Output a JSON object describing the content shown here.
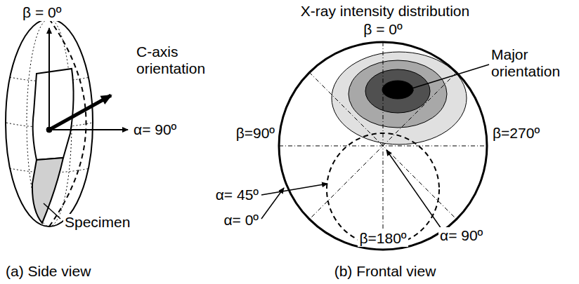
{
  "diagram": {
    "labels": [
      "β = 0º",
      "C-axis orientation",
      "α= 90º",
      "Specimen",
      "(a) Side view",
      "X-ray intensity distribution",
      "β = 0º",
      "Major orientation",
      "β=90º",
      "β=270º",
      "α= 45º",
      "α= 0º",
      "α= 90º",
      "β=180º",
      "(b) Frontal view"
    ]
  }
}
